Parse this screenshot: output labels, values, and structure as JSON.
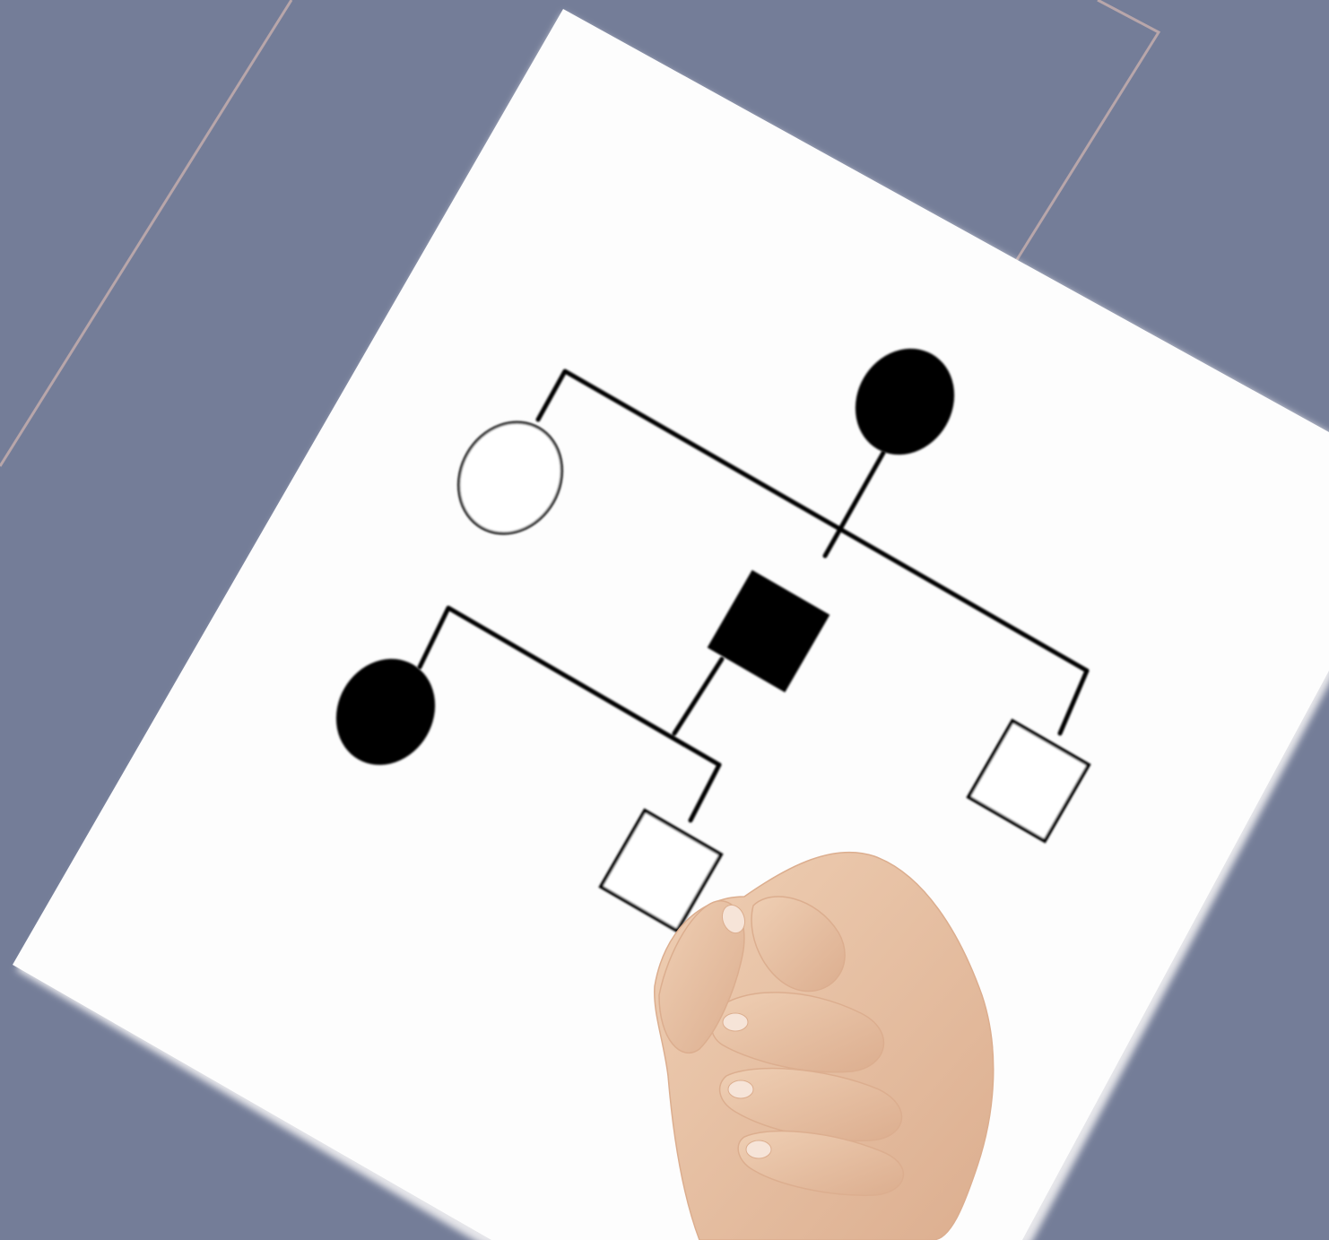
{
  "colors": {
    "background": "#747d98",
    "frame_line": "#b8a6aa",
    "card": "#fdfdfd",
    "card_shadow": "#e6e6ea",
    "affected": "#000000",
    "unaffected": "#ffffff",
    "line": "#000000",
    "skin": "#efcfb4",
    "skin_shade": "#dcae8f",
    "nail": "#f6e4d8",
    "marker": "#5a3b30"
  },
  "pedigree": {
    "generations": [
      {
        "index": 1,
        "individuals": [
          {
            "id": "I-1",
            "sex": "female",
            "affected": false
          },
          {
            "id": "I-2",
            "sex": "female",
            "affected": true
          }
        ]
      },
      {
        "index": 2,
        "individuals": [
          {
            "id": "II-1",
            "sex": "male",
            "affected": true,
            "parents_of_line": "I"
          },
          {
            "id": "II-2",
            "sex": "male",
            "affected": false,
            "parents_of_line": "I"
          },
          {
            "id": "II-3",
            "sex": "female",
            "affected": true,
            "spouse_of": "II-1"
          }
        ]
      },
      {
        "index": 3,
        "individuals": [
          {
            "id": "III-1",
            "sex": "male",
            "affected": false
          }
        ]
      }
    ]
  },
  "props": {
    "hand": "hand-holding-marker",
    "marker": "marker-pen"
  }
}
